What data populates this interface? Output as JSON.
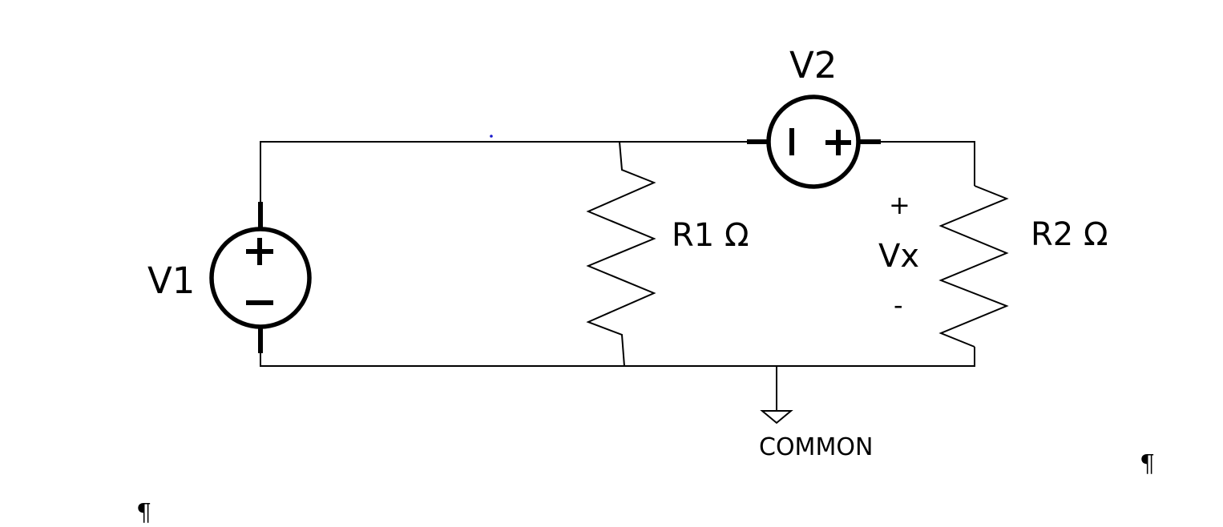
{
  "labels": {
    "v1": "V1",
    "v2": "V2",
    "r1": "R1 Ω",
    "r2": "R2 Ω",
    "vx": "Vx",
    "vx_plus": "+",
    "vx_minus": "-",
    "ground": "COMMON",
    "pilcrow": "¶"
  }
}
